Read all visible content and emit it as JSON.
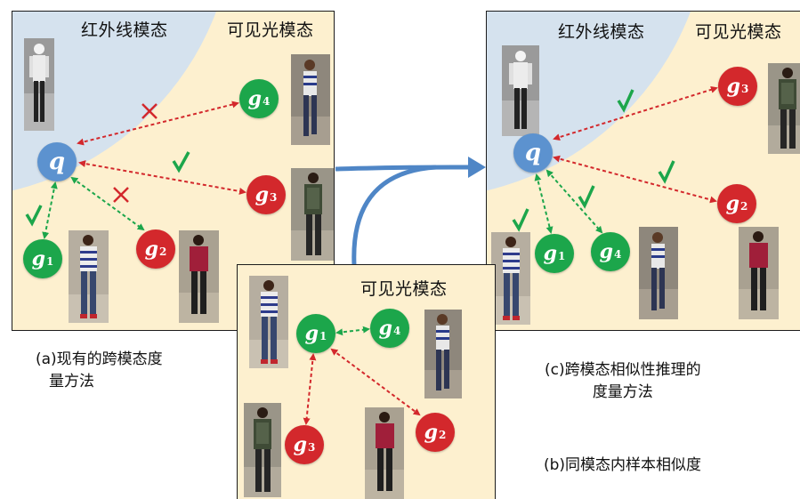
{
  "panel_a": {
    "infrared_label": "红外线模态",
    "visible_label": "可见光模态",
    "nodes": {
      "q": "q",
      "g1": "g",
      "g2": "g",
      "g3": "g",
      "g4": "g"
    },
    "subs": {
      "g1": "1",
      "g2": "2",
      "g3": "3",
      "g4": "4"
    },
    "caption_line1": "(a)现有的跨模态度",
    "caption_line2": "量方法"
  },
  "panel_b": {
    "visible_label": "可见光模态",
    "nodes": {
      "g1": "g",
      "g2": "g",
      "g3": "g",
      "g4": "g"
    },
    "subs": {
      "g1": "1",
      "g2": "2",
      "g3": "3",
      "g4": "4"
    },
    "caption": "(b)同模态内样本相似度"
  },
  "panel_c": {
    "infrared_label": "红外线模态",
    "visible_label": "可见光模态",
    "nodes": {
      "q": "q",
      "g1": "g",
      "g2": "g",
      "g3": "g",
      "g4": "g"
    },
    "subs": {
      "g1": "1",
      "g2": "2",
      "g3": "3",
      "g4": "4"
    },
    "caption_line1": "(c)跨模态相似性推理的",
    "caption_line2": "度量方法"
  },
  "colors": {
    "visible_bg": "#fdf0cf",
    "infrared_bg": "#d5e2ee",
    "same_identity": "#1ca64b",
    "different_identity": "#d3282c",
    "query": "#5c92cf",
    "flow_arrow": "#4f86c6"
  },
  "icons": {
    "correct": "check-icon",
    "wrong": "cross-icon"
  }
}
